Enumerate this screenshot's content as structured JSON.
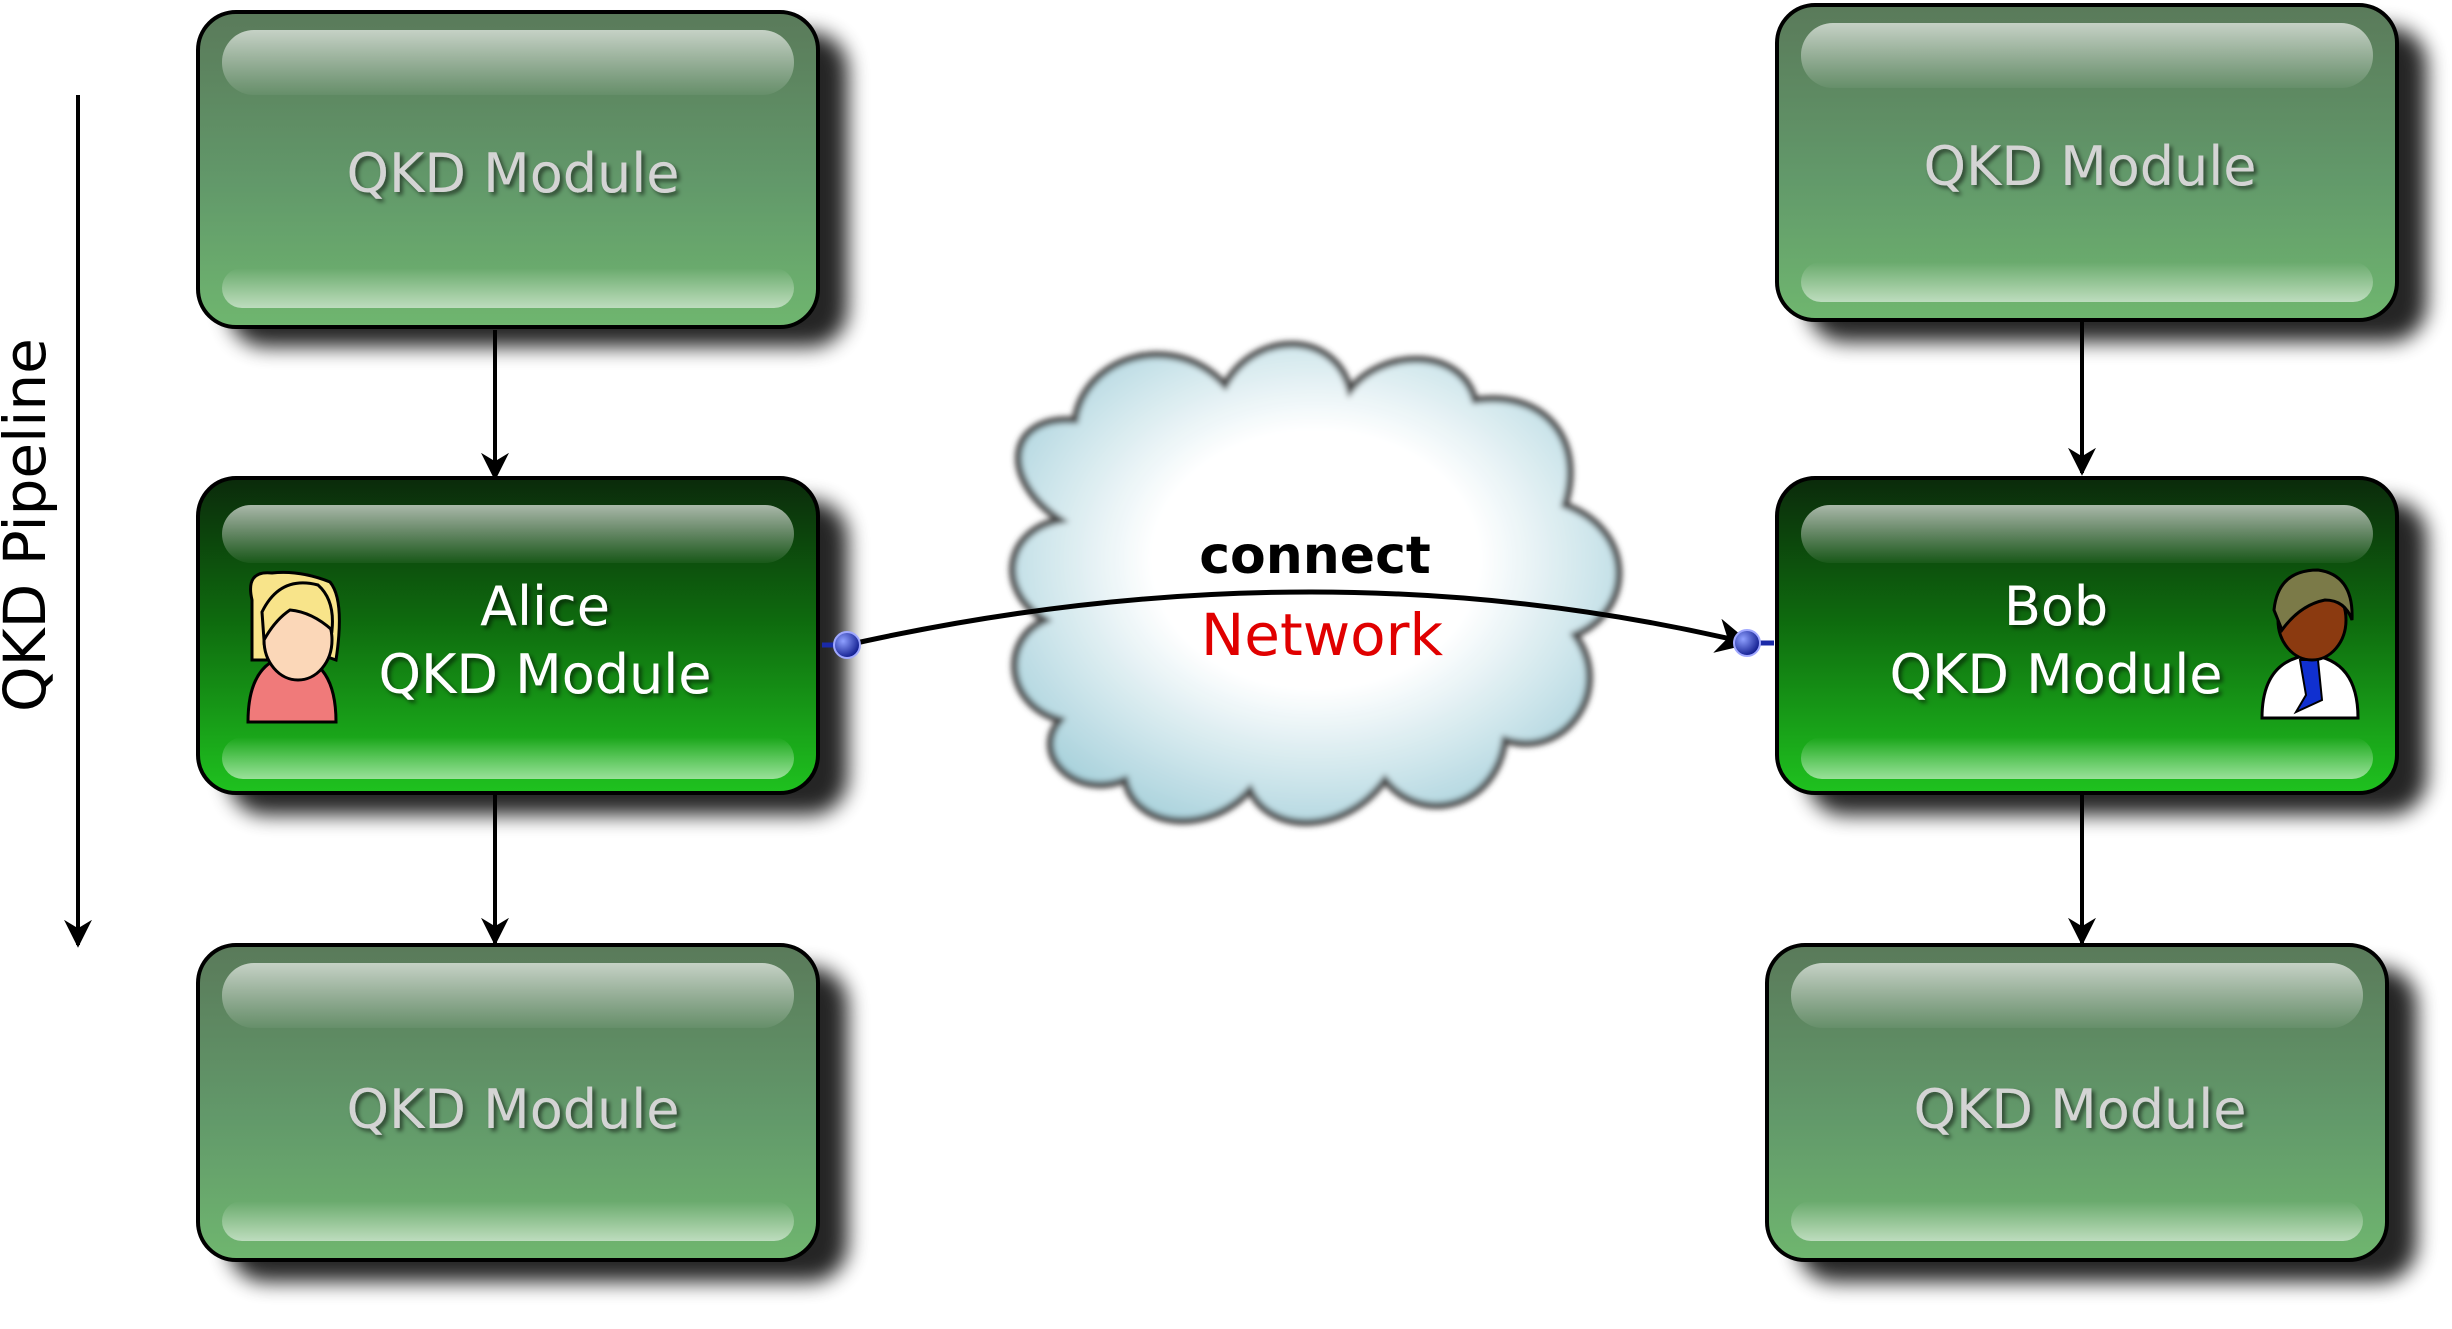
{
  "pipeline": {
    "label": "QKD Pipeline"
  },
  "alice": {
    "top_module_label": "QKD Module",
    "center_line1": "Alice",
    "center_line2": "QKD Module",
    "bottom_module_label": "QKD Module"
  },
  "bob": {
    "top_module_label": "QKD Module",
    "center_line1": "Bob",
    "center_line2": "QKD Module",
    "bottom_module_label": "QKD Module"
  },
  "network": {
    "connect_label": "connect",
    "network_label": "Network"
  },
  "colors": {
    "inactive_module": "#6aa56a",
    "active_module": "#1fb81f",
    "inactive_text": "#d4d4d4",
    "connect_text": "#000000",
    "network_text": "#e00000",
    "endpoint": "#1a2aa8"
  },
  "icons": {
    "alice": "user-female-icon",
    "bob": "user-male-icon"
  }
}
